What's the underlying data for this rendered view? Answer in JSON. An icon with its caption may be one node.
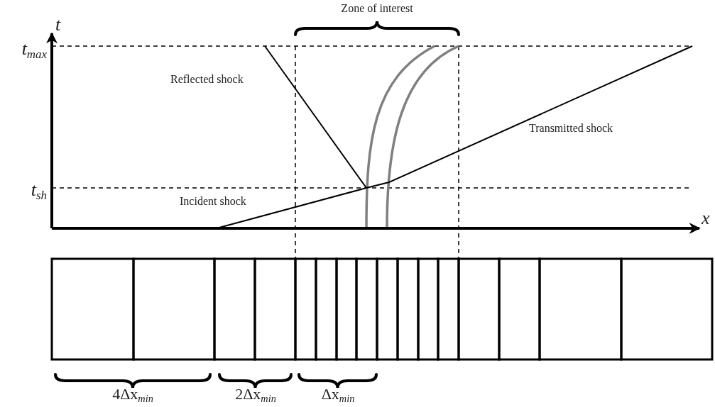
{
  "diagram": {
    "labels": [
      "Zone of interest",
      "t",
      "t$_{max}$",
      "Reflected shock",
      "Transmitted shock",
      "t$_{sh}$",
      "Incident shock",
      "x",
      "4Δx$_{min}$",
      "2Δx$_{min}$",
      "Δx$_{min}$"
    ]
  }
}
